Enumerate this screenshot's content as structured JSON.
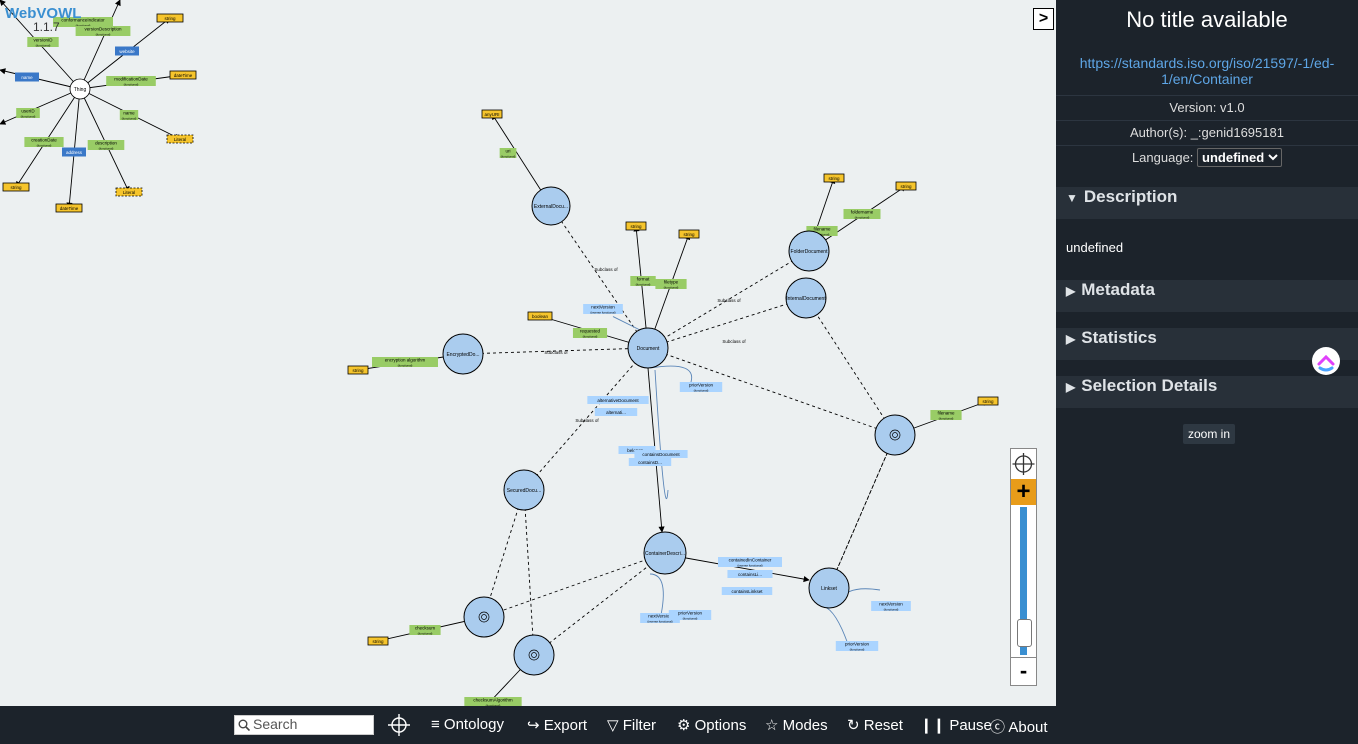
{
  "app": {
    "name": "WebVOWL",
    "version": "1.1.7"
  },
  "sidebar": {
    "toggle_label": ">",
    "title": "No title available",
    "iri": "https://standards.iso.org/iso/21597/-1/ed-1/en/Container",
    "version": "Version: v1.0",
    "authors": "Author(s): _:genid1695181",
    "language_label": "Language:",
    "language_value": "undefined",
    "sections": [
      "Description",
      "Metadata",
      "Statistics",
      "Selection Details"
    ],
    "description_text": "undefined",
    "zoom_label": "zoom in"
  },
  "menubar": {
    "search_placeholder": "Search",
    "items": [
      "Ontology",
      "Export",
      "Filter",
      "Options",
      "Modes",
      "Reset",
      "Pause",
      "About"
    ]
  },
  "zoom": {
    "plus": "+",
    "minus": "-",
    "level": 0.08
  },
  "colors": {
    "class": "#aaccee",
    "datatype": "#f6c52c",
    "property": "#99cc66",
    "object_property": "#aad4ff",
    "external": "#3a78c8",
    "sidebar": "#1c232b"
  },
  "graph": {
    "thing": {
      "label": "Thing"
    },
    "classes": [
      {
        "id": "ExternalDocument",
        "label": "ExternalDocu..."
      },
      {
        "id": "FolderDocument",
        "label": "FolderDocument"
      },
      {
        "id": "InternalDocument",
        "label": "InternalDocument"
      },
      {
        "id": "EncryptedDocument",
        "label": "EncryptedDo..."
      },
      {
        "id": "Document",
        "label": "Document"
      },
      {
        "id": "SecuredDocument",
        "label": "SecuredDocu..."
      },
      {
        "id": "ContainerDescription",
        "label": "ContainerDescri..."
      },
      {
        "id": "Linkset",
        "label": "Linkset"
      },
      {
        "id": "Anon1",
        "label": ""
      },
      {
        "id": "Anon2",
        "label": ""
      },
      {
        "id": "Anon3",
        "label": ""
      }
    ],
    "thing_props": [
      "conformanceIndicator",
      "versionDescription",
      "versionID",
      "website",
      "name",
      "modificationDate",
      "userID",
      "name",
      "creationDate",
      "description",
      "address"
    ],
    "thing_types": [
      "dateTime",
      "string",
      "Literal",
      "Literal",
      "string",
      "dateTime",
      "Literal"
    ],
    "datatypes": [
      "anyURI",
      "string",
      "string",
      "string",
      "string",
      "boolean",
      "string",
      "string",
      "string"
    ],
    "data_props": [
      "uri",
      "format",
      "filetype",
      "filename",
      "foldername",
      "requested",
      "encryption algorithm",
      "filename",
      "checksum",
      "checksumAlgorithm"
    ],
    "object_props": [
      "nextVersion",
      "alternativeDocument",
      "alternati...",
      "belongs...",
      "containsDocument",
      "containsD...",
      "priorVersion",
      "containedInContainer",
      "containsLi...",
      "containsLinkset",
      "nextVersion",
      "priorVersion",
      "nextVersion",
      "priorVersion"
    ],
    "subclass_labels": [
      "Subclass of",
      "Subclass of",
      "Subclass of",
      "Subclass of",
      "Subclass of"
    ],
    "note_functional": "(functional)",
    "note_inverse": "(inverse functional)"
  }
}
